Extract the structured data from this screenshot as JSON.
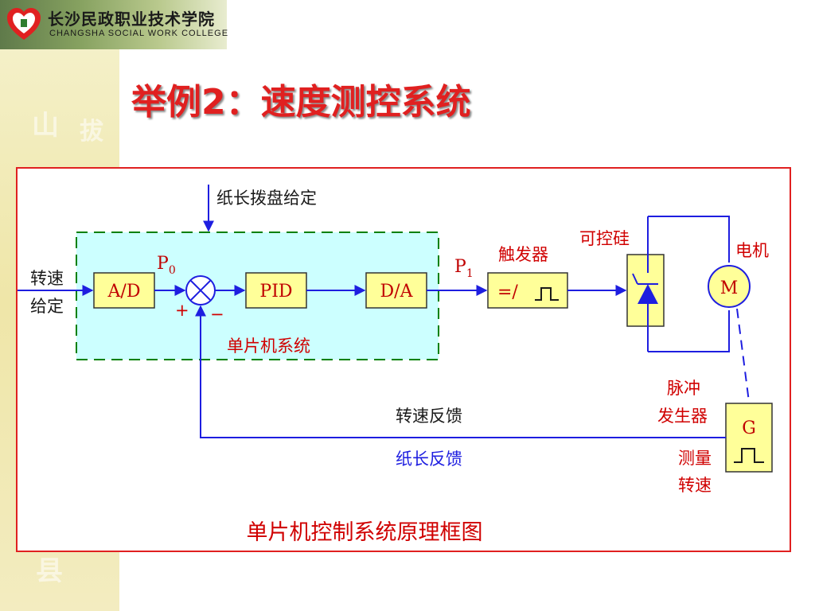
{
  "header": {
    "school_cn": "长沙民政职业技术学院",
    "school_en": "CHANGSHA SOCIAL WORK COLLEGE"
  },
  "title": "举例2：速度测控系统",
  "diagram": {
    "caption": "单片机控制系统原理框图",
    "setpoint_top": "纸长拨盘给定",
    "input_label_line1": "转速",
    "input_label_line2": "给定",
    "mcu_label": "单片机系统",
    "ad_block": "A/D",
    "pid_block": "PID",
    "da_block": "D/A",
    "p0_main": "P",
    "p0_sub": "0",
    "p1_main": "P",
    "p1_sub": "1",
    "plus_sign": "+",
    "minus_sign": "−",
    "trigger_label": "触发器",
    "trigger_symbol": "=/",
    "scr_label": "可控硅",
    "motor_label": "电机",
    "motor_symbol": "M",
    "pulse_gen_line1": "脉冲",
    "pulse_gen_line2": "发生器",
    "generator_symbol": "G",
    "measure_line1": "测量",
    "measure_line2": "转速",
    "feedback_speed": "转速反馈",
    "feedback_length": "纸长反馈"
  },
  "colors": {
    "title": "#e02020",
    "frame": "#e02020",
    "wire": "#1e1ee0",
    "block_fill": "#ffff99",
    "block_text": "#c00000",
    "mcu_fill": "#ccffff",
    "mcu_border": "#008000",
    "label_red": "#d00000",
    "label_blue": "#1e1ee0"
  }
}
